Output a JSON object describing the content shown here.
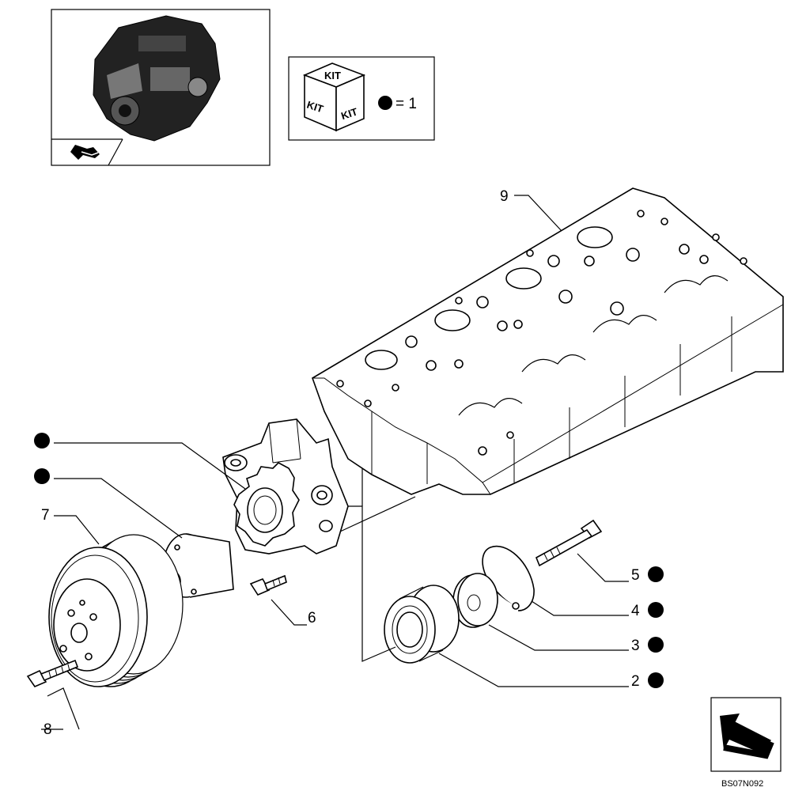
{
  "kit_box": {
    "kit_label": "KIT",
    "equals_text": "= 1"
  },
  "callouts": [
    {
      "number": "9"
    },
    {
      "number": "7"
    },
    {
      "number": "6"
    },
    {
      "number": "5"
    },
    {
      "number": "4"
    },
    {
      "number": "3"
    },
    {
      "number": "2"
    },
    {
      "number": "8"
    }
  ],
  "drawing_code": "BS07N092",
  "icons": {
    "engine": "engine-thumbnail-icon",
    "back": "back-arrow-icon",
    "next": "next-page-arrow-icon",
    "kit": "kit-cube-icon",
    "marker": "kit-dot-icon"
  }
}
